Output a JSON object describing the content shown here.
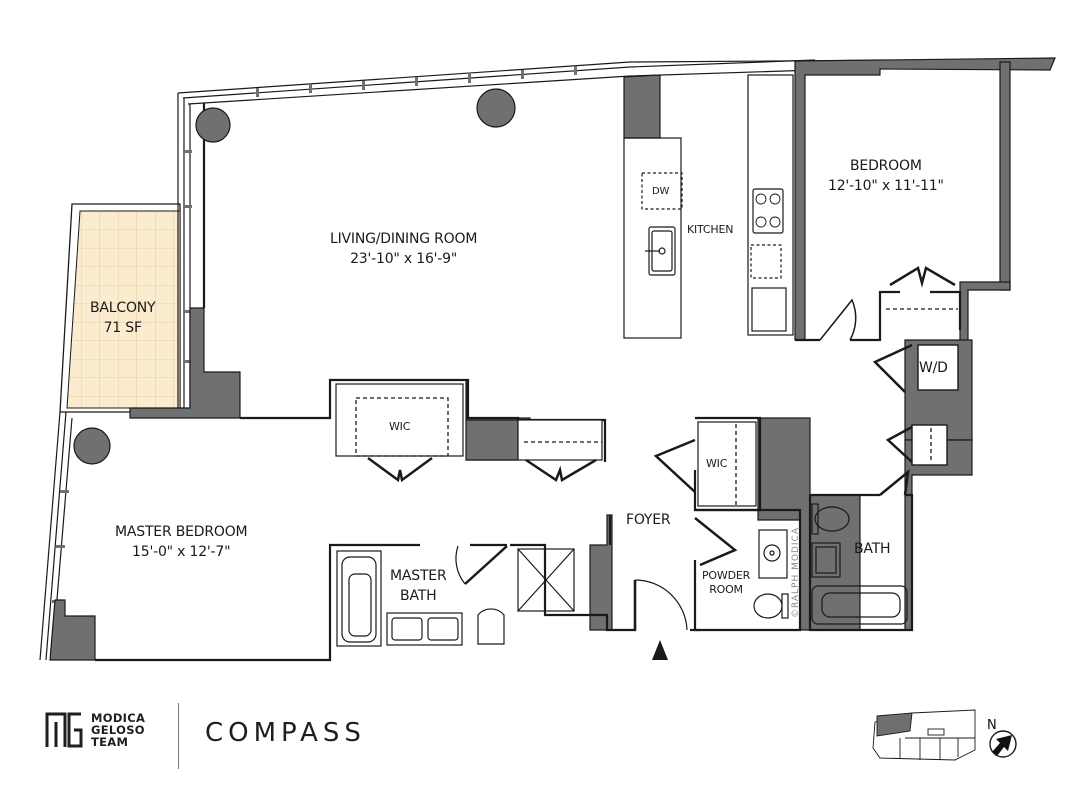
{
  "colors": {
    "wall": "#6f7071",
    "wall_outline": "#1a1a1a",
    "balcony_fill": "#fbecd0",
    "balcony_grid": "#e2c48c",
    "background": "#ffffff",
    "text": "#1a1a1a"
  },
  "rooms": {
    "living": {
      "name": "LIVING/DINING ROOM",
      "dims": "23'-10\" x 16'-9\""
    },
    "bedroom": {
      "name": "BEDROOM",
      "dims": "12'-10\" x 11'-11\""
    },
    "master_bedroom": {
      "name": "MASTER BEDROOM",
      "dims": "15'-0\" x 12'-7\""
    },
    "balcony": {
      "name": "BALCONY",
      "area": "71 SF"
    },
    "kitchen": {
      "name": "KITCHEN"
    },
    "master_bath": {
      "line1": "MASTER",
      "line2": "BATH"
    },
    "foyer": {
      "name": "FOYER"
    },
    "bath": {
      "name": "BATH"
    },
    "powder_room": {
      "line1": "POWDER",
      "line2": "ROOM"
    },
    "wic_master": {
      "name": "WIC"
    },
    "wic_foyer": {
      "name": "WIC"
    },
    "laundry": {
      "name": "W/D"
    }
  },
  "fixtures": {
    "dishwasher": "DW"
  },
  "watermark": "©RALPH MODICA",
  "branding": {
    "team_line1": "MODICA",
    "team_line2": "GELOSO",
    "team_line3": "TEAM",
    "brokerage": "COMPASS"
  },
  "key_plan": {
    "north_label": "N"
  }
}
